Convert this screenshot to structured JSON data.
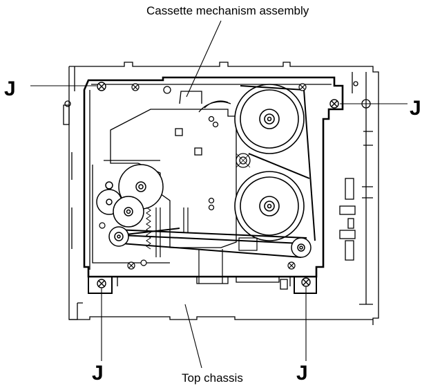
{
  "labels": {
    "assembly": "Cassette mechanism assembly",
    "chassis": "Top chassis",
    "screw_marker": "J"
  }
}
